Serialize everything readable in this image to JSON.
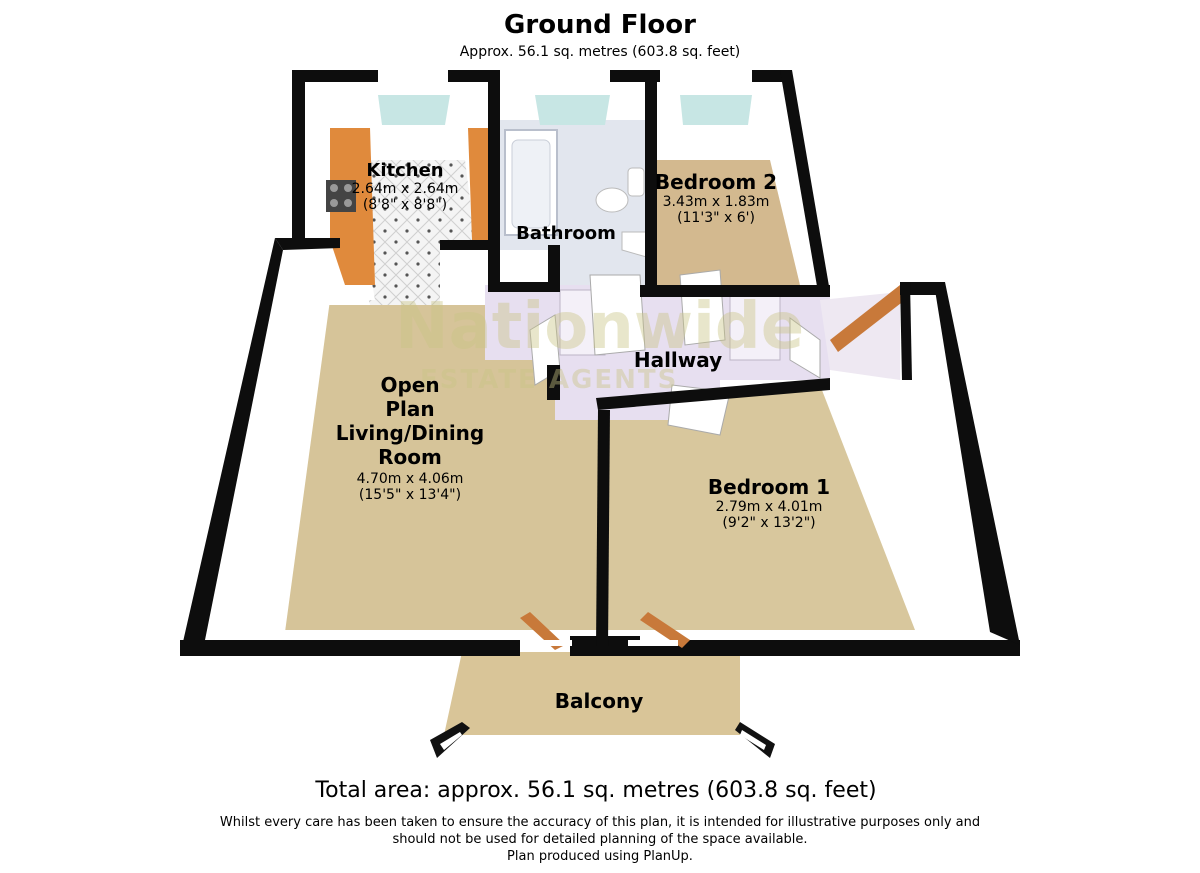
{
  "header": {
    "title": "Ground Floor",
    "subtitle": "Approx. 56.1 sq. metres (603.8 sq. feet)"
  },
  "rooms": {
    "kitchen": {
      "name": "Kitchen",
      "metric": "2.64m x 2.64m",
      "imperial": "(8'8\" x 8'8\")"
    },
    "bathroom": {
      "name": "Bathroom"
    },
    "bedroom2": {
      "name": "Bedroom 2",
      "metric": "3.43m x 1.83m",
      "imperial": "(11'3\" x 6')"
    },
    "hallway": {
      "name": "Hallway"
    },
    "living": {
      "name_lines": [
        "Open",
        "Plan",
        "Living/Dining",
        "Room"
      ],
      "metric": "4.70m x 4.06m",
      "imperial": "(15'5\" x 13'4\")"
    },
    "bedroom1": {
      "name": "Bedroom 1",
      "metric": "2.79m x 4.01m",
      "imperial": "(9'2\" x 13'2\")"
    },
    "balcony": {
      "name": "Balcony"
    }
  },
  "watermark": {
    "line1": "Nationwide",
    "line2": "ESTATE AGENTS"
  },
  "footer": {
    "total": "Total area: approx. 56.1 sq. metres (603.8 sq. feet)",
    "disclaimer_lines": [
      "Whilst every care has been taken to ensure the accuracy of this plan, it is intended for illustrative purposes only and",
      "should not be used for detailed planning of the space available.",
      "Plan produced using PlanUp."
    ]
  },
  "colors": {
    "wall": "#0d0d0d",
    "carpet": "#d7c49a",
    "wall_face": "#ffffff",
    "counter": "#e08a3c",
    "window": "#c7e6e4",
    "bath_floor": "#dfe4ee",
    "hall_floor": "#e7dff0",
    "door": "#c8793a"
  }
}
